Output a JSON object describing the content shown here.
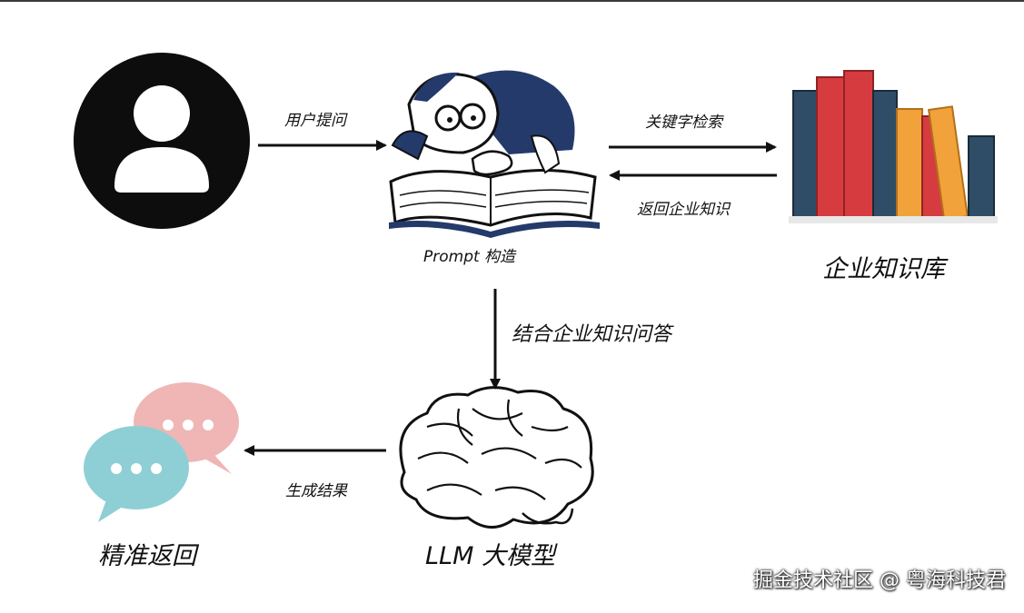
{
  "nodes": {
    "prompt_label": "Prompt 构造",
    "kb_label": "企业知识库",
    "llm_label": "LLM 大模型",
    "answer_label": "精准返回"
  },
  "edges": {
    "user_question": "用户提问",
    "keyword_search": "关键字检索",
    "return_knowledge": "返回企业知识",
    "combine_qa": "结合企业知识问答",
    "generate_result": "生成结果"
  },
  "watermark": "掘金技术社区 @ 粤海科技君",
  "colors": {
    "user_avatar_bg": "#0d0d0d",
    "book_navy": "#243a6b",
    "book_red": "#d63c3f",
    "book_blue": "#2f4d66",
    "book_orange": "#f2a23a",
    "bubble_pink": "#efb6b5",
    "bubble_teal": "#8ecfd5"
  },
  "icons": [
    "user-avatar-icon",
    "reading-professor-icon",
    "books-icon",
    "brain-icon",
    "chat-bubbles-icon"
  ]
}
